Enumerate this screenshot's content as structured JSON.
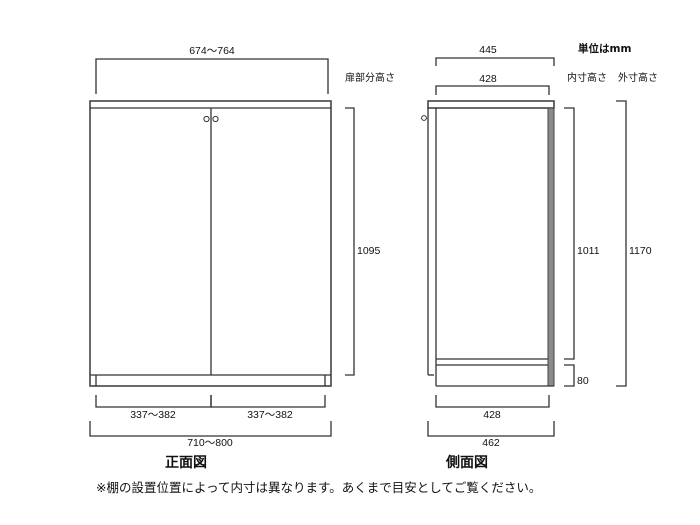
{
  "unit_label": "単位はmm",
  "front_view": {
    "title": "正面図",
    "door_width_total": "674〜764",
    "door_height_label": "扉部分高さ",
    "door_height": "1095",
    "left_door_width": "337〜382",
    "right_door_width": "337〜382",
    "overall_width": "710〜800"
  },
  "side_view": {
    "title": "側面図",
    "top_depth": "445",
    "inner_top_depth": "428",
    "inner_height_label": "内寸高さ",
    "outer_height_label": "外寸高さ",
    "inner_height": "1011",
    "outer_height": "1170",
    "base_height": "80",
    "inner_bottom_depth": "428",
    "overall_depth": "462"
  },
  "note": "※棚の設置位置によって内寸は異なります。あくまで目安としてご覧ください。",
  "colors": {
    "line": "#333333",
    "side_panel": "#8a8a8a",
    "background": "#ffffff"
  }
}
